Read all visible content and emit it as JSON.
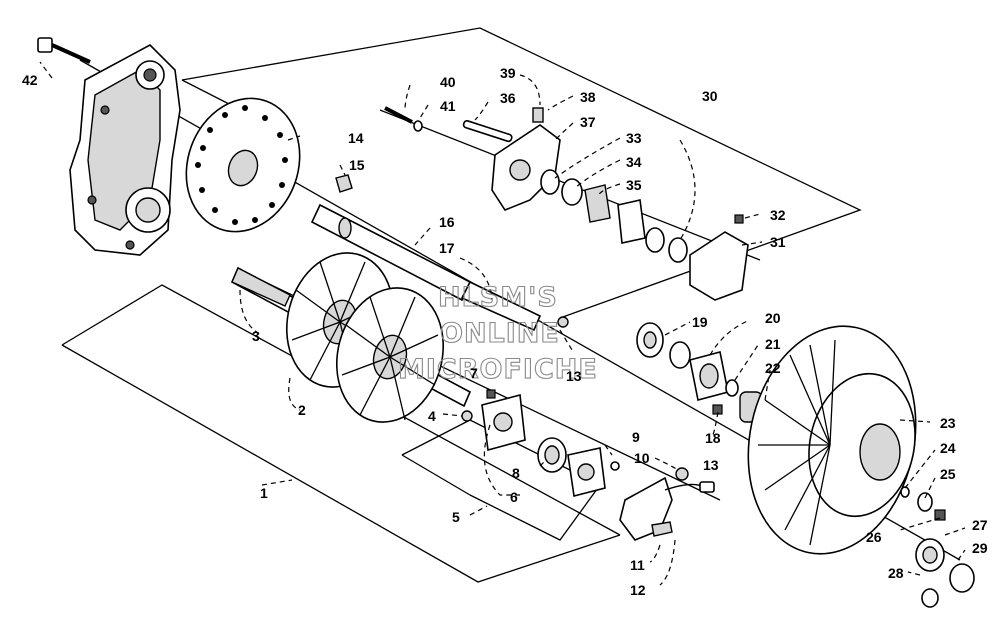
{
  "watermark": {
    "line1": "HLSM'S",
    "line2": "ONLINE",
    "line3": "MICROFICHE"
  },
  "callouts": {
    "c1": "1",
    "c2": "2",
    "c3": "3",
    "c4": "4",
    "c5": "5",
    "c6": "6",
    "c7": "7",
    "c8": "8",
    "c9": "9",
    "c10": "10",
    "c11": "11",
    "c12": "12",
    "c13a": "13",
    "c13b": "13",
    "c14": "14",
    "c15": "15",
    "c16": "16",
    "c17": "17",
    "c18": "18",
    "c19": "19",
    "c20": "20",
    "c21": "21",
    "c22": "22",
    "c23": "23",
    "c24": "24",
    "c25": "25",
    "c26": "26",
    "c27": "27",
    "c28": "28",
    "c29": "29",
    "c30": "30",
    "c31": "31",
    "c32": "32",
    "c33": "33",
    "c34": "34",
    "c35": "35",
    "c36": "36",
    "c37": "37",
    "c38": "38",
    "c39": "39",
    "c40": "40",
    "c41": "41",
    "c42": "42"
  },
  "colors": {
    "line": "#000000",
    "watermark": "#8a8a8a",
    "background": "#ffffff"
  }
}
